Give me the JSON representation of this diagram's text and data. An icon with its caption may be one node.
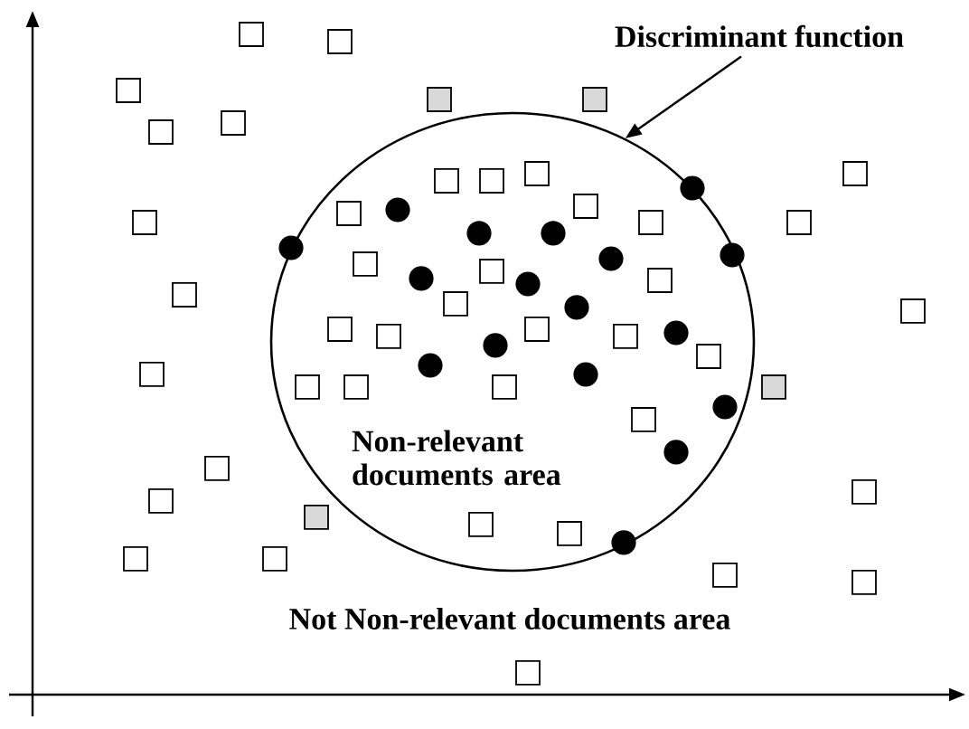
{
  "diagram": {
    "nodes": [
      {
        "text": [
          "Discriminant function"
        ]
      },
      {
        "text": [
          "Non-relevant documents area"
        ]
      }
    ],
    "edges": [
      {
        "from": 0,
        "to": 1,
        "arrow": "to"
      }
    ],
    "labels": [
      "Not Non-relevant documents area"
    ]
  }
}
